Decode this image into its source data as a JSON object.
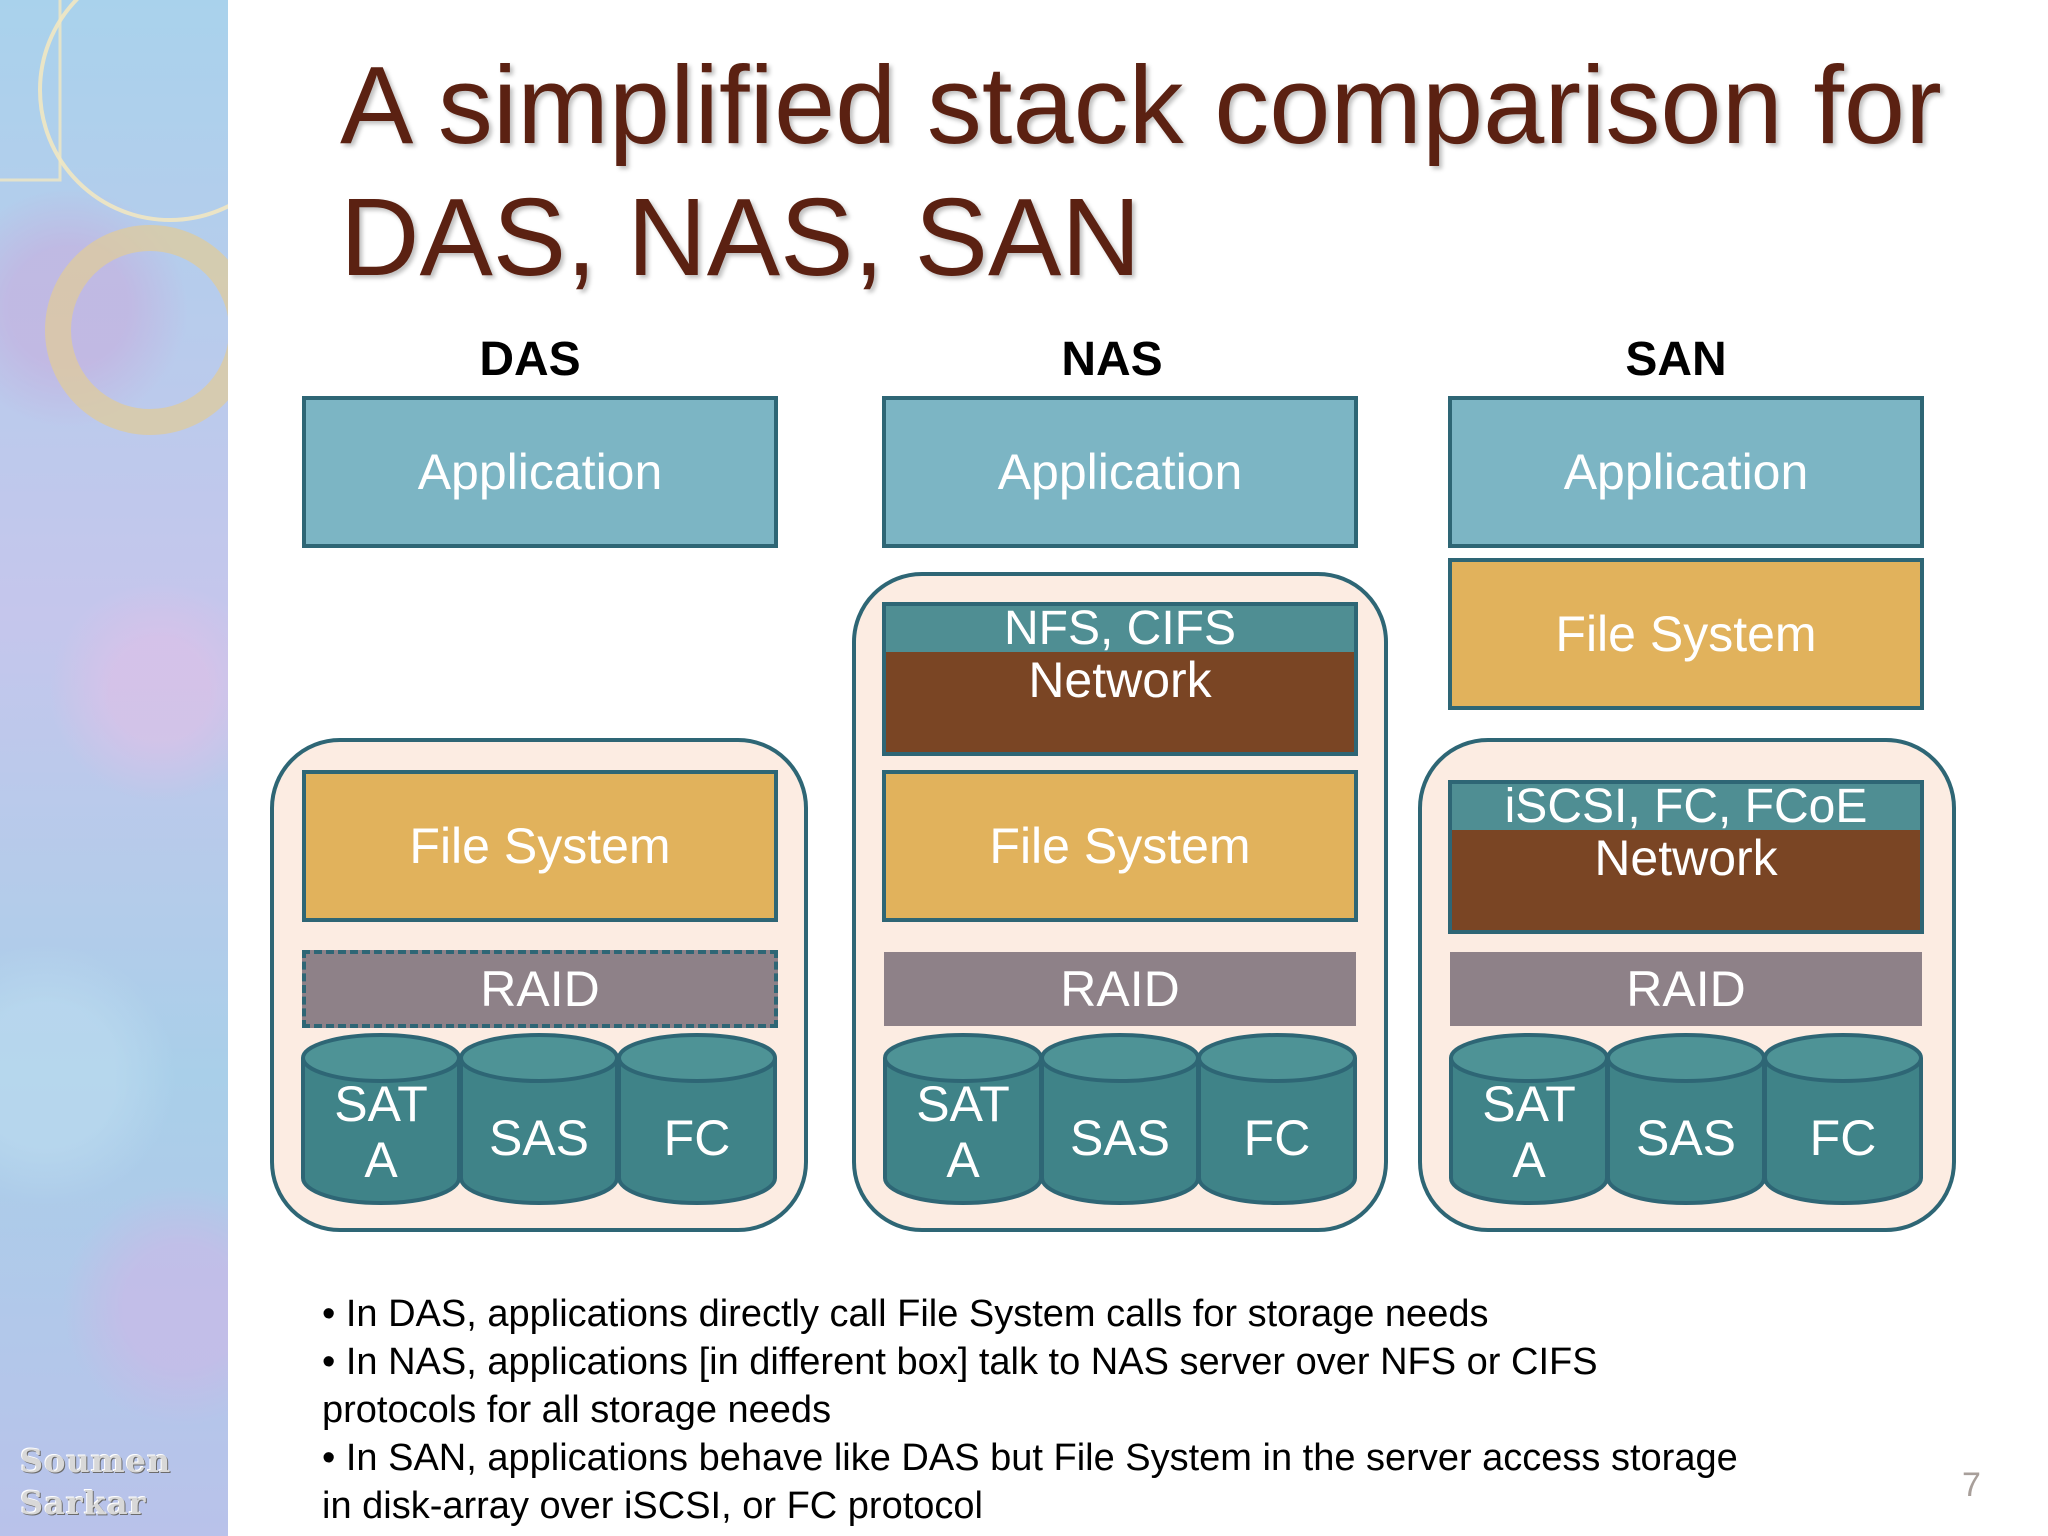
{
  "title": "A simplified stack comparison for DAS, NAS, SAN",
  "author": "Soumen Sarkar",
  "page_number": "7",
  "columns": {
    "das": {
      "label": "DAS",
      "application": "Application",
      "file_system": "File System",
      "raid": "RAID",
      "disks": [
        "SAT A",
        "SAS",
        "FC"
      ]
    },
    "nas": {
      "label": "NAS",
      "application": "Application",
      "protocols": "NFS, CIFS",
      "network": "Network",
      "file_system": "File System",
      "raid": "RAID",
      "disks": [
        "SAT A",
        "SAS",
        "FC"
      ]
    },
    "san": {
      "label": "SAN",
      "application": "Application",
      "file_system": "File System",
      "protocols": "iSCSI, FC, FCoE",
      "network": "Network",
      "raid": "RAID",
      "disks": [
        "SAT A",
        "SAS",
        "FC"
      ]
    }
  },
  "notes": [
    "• In DAS, applications directly call File System calls for storage needs",
    "• In NAS, applications [in different box] talk to NAS server over NFS or CIFS protocols for all storage needs",
    "• In SAN, applications behave like DAS but File System in the server access storage in disk-array over iSCSI, or FC protocol"
  ],
  "colors": {
    "title": "#5b2112",
    "application": "#7cb5c4",
    "file_system": "#e1b25c",
    "raid": "#8e8188",
    "network": "#7a4524",
    "protocol": "#4f8e93",
    "disk": "#3f8388",
    "outline": "#2e6675",
    "group_fill": "#fcece2"
  }
}
